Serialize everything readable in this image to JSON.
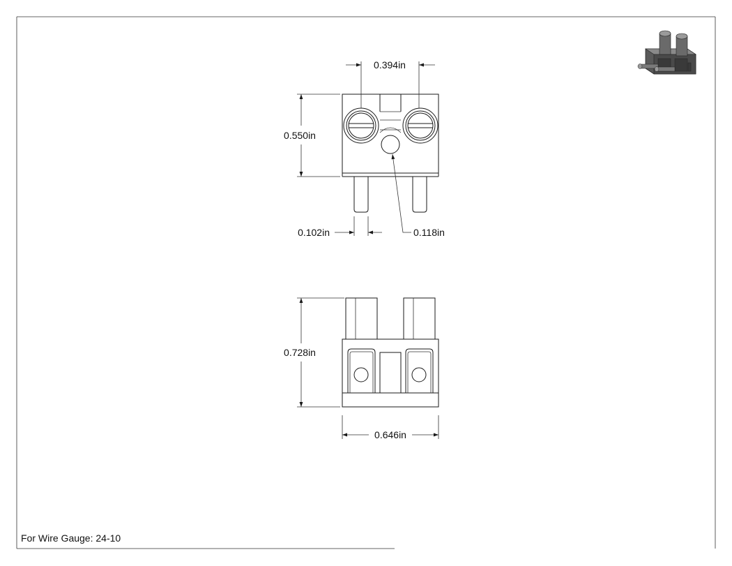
{
  "sheet": {
    "note": "For Wire Gauge: 24-10"
  },
  "front_view": {
    "dims": {
      "screw_spacing": "0.394in",
      "height": "0.550in",
      "pin_width": "0.102in",
      "hole_diameter": "0.118in"
    }
  },
  "side_view": {
    "dims": {
      "overall_height": "0.728in",
      "overall_width": "0.646in"
    }
  },
  "iso_view": {
    "colors": {
      "body": "#5a5a5a",
      "highlight": "#9a9a9a"
    }
  }
}
